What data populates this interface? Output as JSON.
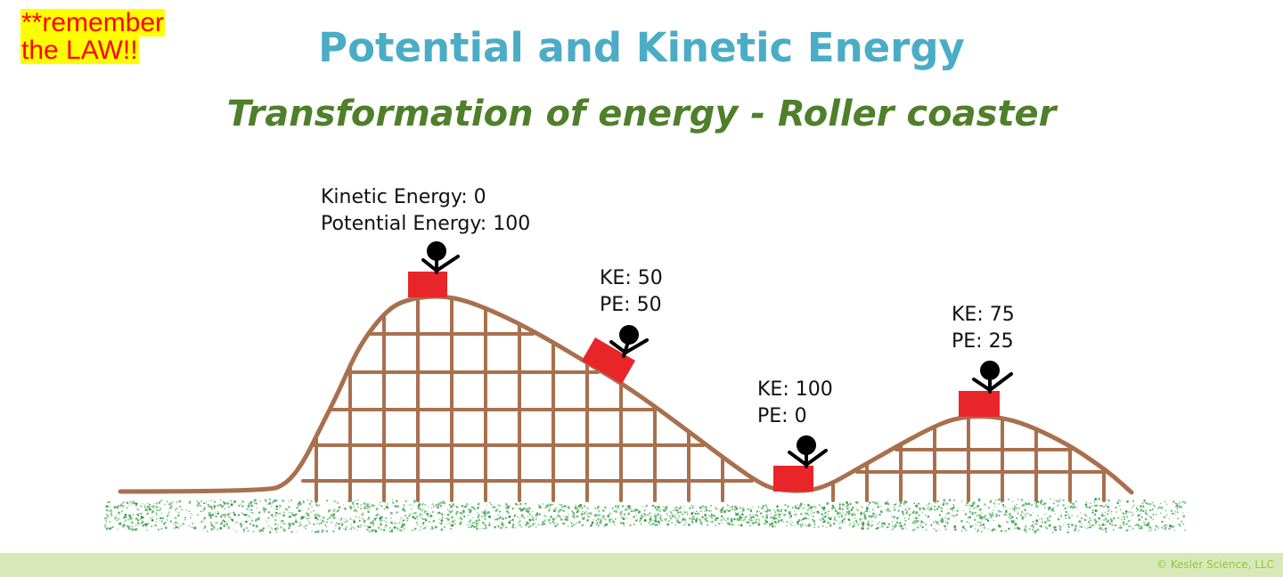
{
  "note": {
    "line1": "**remember",
    "line2": "the LAW!!"
  },
  "title": "Potential and Kinetic Energy",
  "subtitle": "Transformation of energy - Roller coaster",
  "cars": [
    {
      "ke": "Kinetic Energy: 0",
      "pe": "Potential Energy: 100"
    },
    {
      "ke": "KE: 50",
      "pe": "PE: 50"
    },
    {
      "ke": "KE: 100",
      "pe": "PE: 0"
    },
    {
      "ke": "KE: 75",
      "pe": "PE: 25"
    }
  ],
  "footer": {
    "copyright": "© Kesler Science, LLC"
  },
  "colors": {
    "title": "#4bacc6",
    "subtitle": "#4f7f2a",
    "track": "#a9704e",
    "car": "#e8262a",
    "grass": "#3ea64f",
    "note_bg": "#ffff00",
    "note_text": "#ff0000",
    "footer_bg": "#d9e8b9",
    "footer_text": "#8dc63f"
  }
}
